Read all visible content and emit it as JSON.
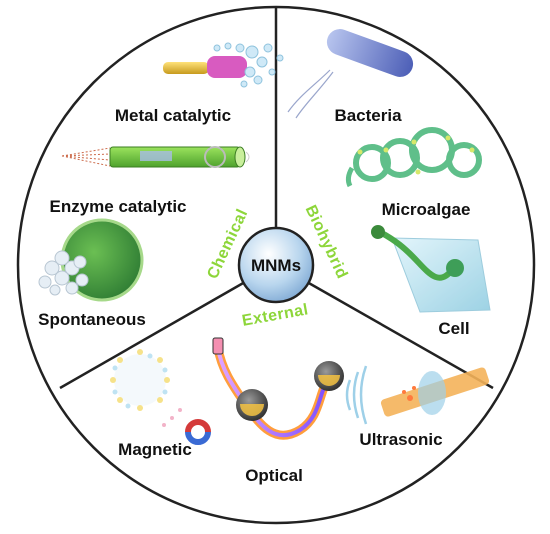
{
  "center": {
    "label": "MNMs"
  },
  "categories": {
    "chemical": "Chemical",
    "biohybrid": "Biohybrid",
    "external": "External"
  },
  "items": {
    "metal_catalytic": "Metal catalytic",
    "enzyme_catalytic": "Enzyme catalytic",
    "spontaneous": "Spontaneous",
    "bacteria": "Bacteria",
    "microalgae": "Microalgae",
    "cell": "Cell",
    "magnetic": "Magnetic",
    "optical": "Optical",
    "ultrasonic": "Ultrasonic"
  },
  "colors": {
    "category_green": "#8dd63a",
    "outline": "#222222",
    "core_fill": "#a9cde8"
  }
}
